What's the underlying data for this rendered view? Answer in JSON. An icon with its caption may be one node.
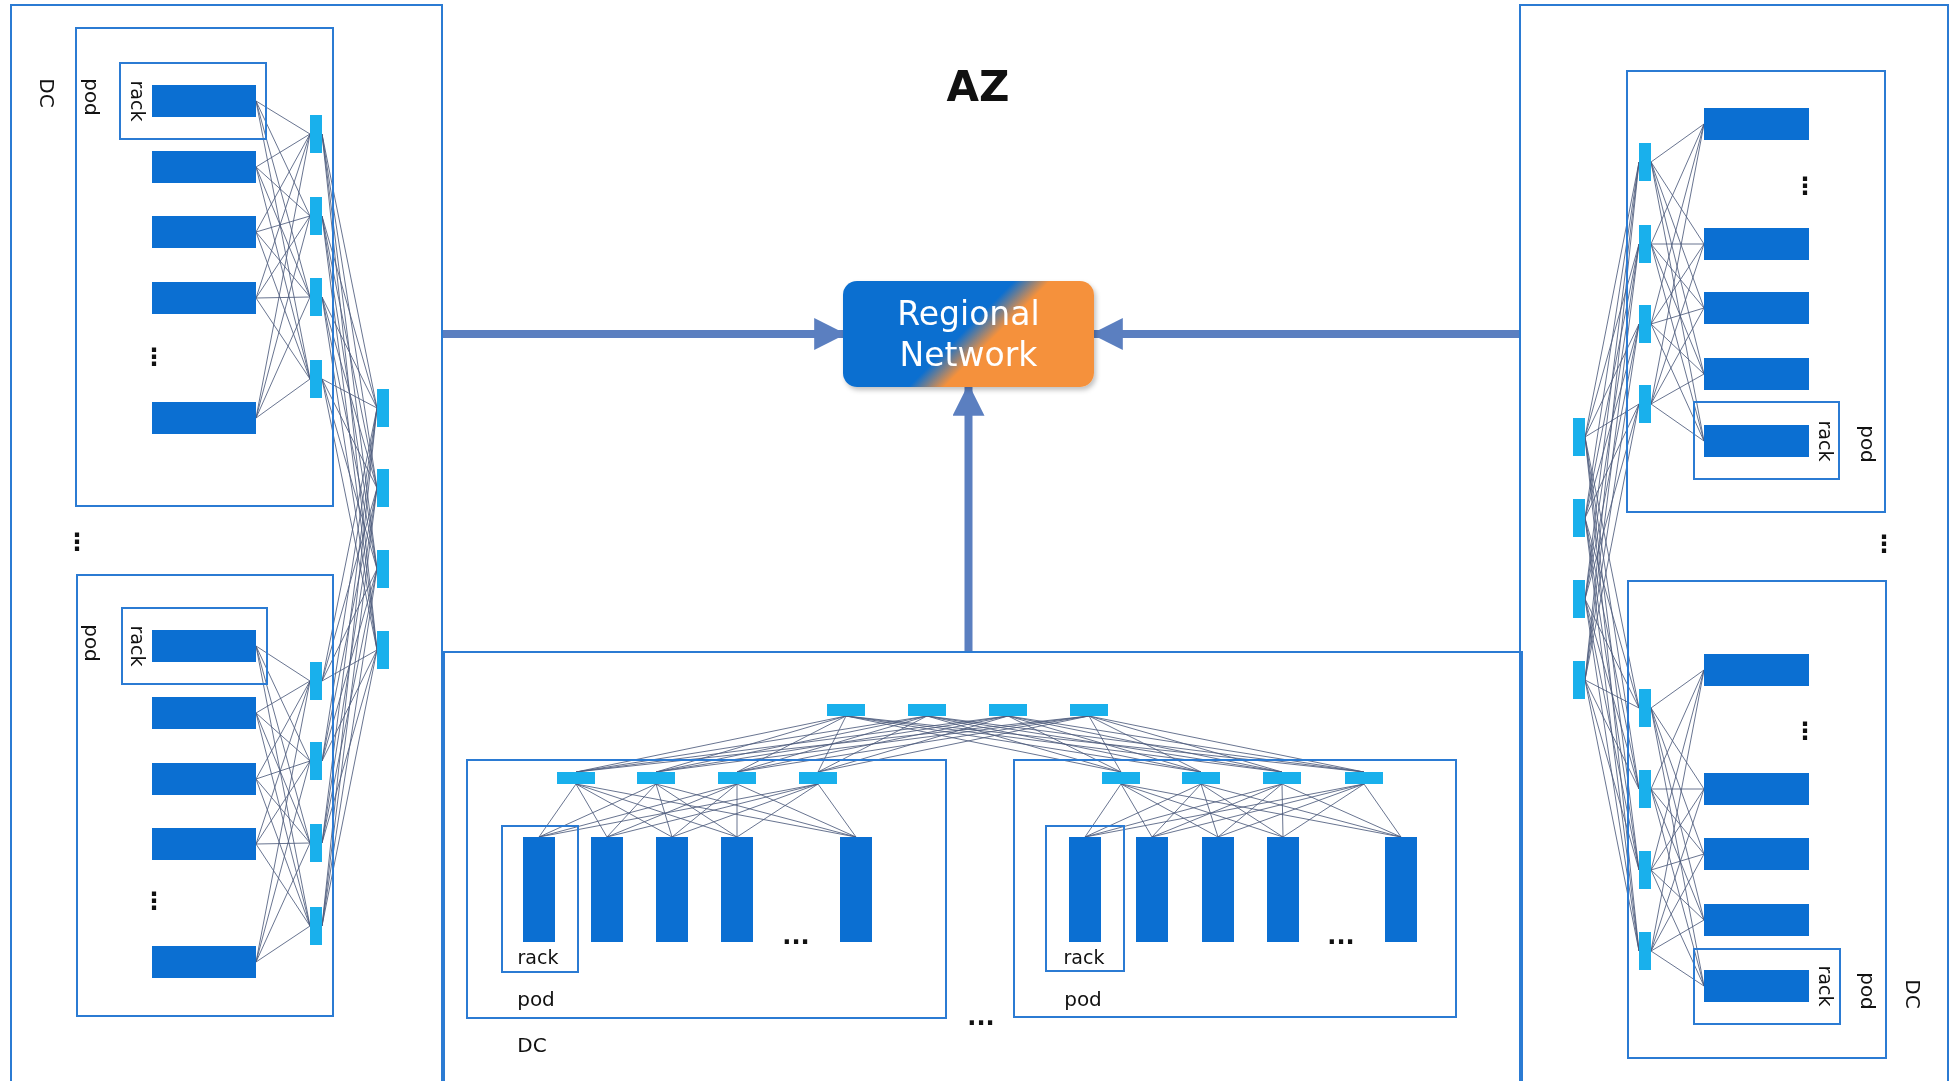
{
  "diagram": {
    "title": "AZ",
    "nodes": [
      {
        "text": [
          "DC"
        ]
      },
      {
        "text": [
          "pod"
        ],
        "in": 0
      },
      {
        "text": [
          "rack"
        ],
        "in": 1
      },
      {
        "text": [
          "pod"
        ],
        "in": 0
      },
      {
        "text": [
          "rack"
        ],
        "in": 3
      },
      {
        "text": [
          "Regional Network"
        ]
      },
      {
        "text": [
          "DC"
        ]
      },
      {
        "text": [
          "pod"
        ],
        "in": 6
      },
      {
        "text": [
          "rack"
        ],
        "in": 7
      },
      {
        "text": [
          "pod"
        ],
        "in": 6
      },
      {
        "text": [
          "rack"
        ],
        "in": 9
      },
      {
        "text": [
          "DC"
        ]
      },
      {
        "text": [
          "pod"
        ],
        "in": 11
      },
      {
        "text": [
          "rack"
        ],
        "in": 12
      },
      {
        "text": [
          "pod"
        ],
        "in": 11
      },
      {
        "text": [
          "rack"
        ],
        "in": 14
      }
    ],
    "edges": [
      {
        "from": 0,
        "to": 5,
        "arrow": "to"
      },
      {
        "from": 6,
        "to": 5,
        "arrow": "to"
      },
      {
        "from": 11,
        "to": 5,
        "arrow": "to"
      }
    ],
    "labels": [
      "⋮",
      "⋮",
      "⋮",
      "⋮",
      "⋮",
      "⋮",
      "...",
      "...",
      "..."
    ]
  }
}
